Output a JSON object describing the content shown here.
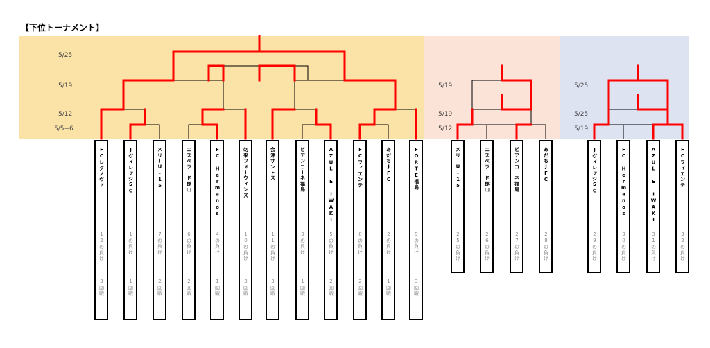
{
  "title": "【下位トーナメント】",
  "colors": {
    "left_panel": "#fbe2a6",
    "mid_panel": "#fbe3d7",
    "right_panel": "#dde3f1",
    "win_line": "#ff0000",
    "line": "#000000"
  },
  "left": {
    "dates": [
      "5/25",
      "5/19",
      "5/12",
      "5/5−6"
    ],
    "teams": [
      {
        "name": "FCレグノヴァ",
        "result": "12の負け",
        "round": "3回戦"
      },
      {
        "name": "JヴィレッジSC",
        "result": "1の負け",
        "round": "1回戦"
      },
      {
        "name": "メリーU-15",
        "result": "7の負け",
        "round": "2回戦"
      },
      {
        "name": "エスペラード郡山",
        "result": "6の負け",
        "round": "2回戦"
      },
      {
        "name": "FC Hermanos",
        "result": "4の負け",
        "round": "1回戦"
      },
      {
        "name": "勿来フォーウィンズ",
        "result": "10の負け",
        "round": "3回戦"
      },
      {
        "name": "会津サントス",
        "result": "11の負け",
        "round": "3回戦"
      },
      {
        "name": "ビアンコーネ福島",
        "result": "3の負け",
        "round": "1回戦"
      },
      {
        "name": "AZUL E IWAKI",
        "result": "5の負け",
        "round": "2回戦"
      },
      {
        "name": "FCフィエンテ",
        "result": "8の負け",
        "round": "2回戦"
      },
      {
        "name": "あだちJFC",
        "result": "2の負け",
        "round": "1回戦"
      },
      {
        "name": "FORTE福島",
        "result": "9の負け",
        "round": "3回戦"
      }
    ]
  },
  "middle": {
    "dates": [
      "5/19",
      "5/19",
      "5/12"
    ],
    "teams": [
      {
        "name": "メリーU-15",
        "result": "25の負け"
      },
      {
        "name": "エスペラード郡山",
        "result": "26の負け"
      },
      {
        "name": "ビアンコーネ福島",
        "result": "27の負け"
      },
      {
        "name": "あだちJFC",
        "result": "28の負け"
      }
    ]
  },
  "right": {
    "dates": [
      "5/25",
      "5/25",
      "5/19"
    ],
    "teams": [
      {
        "name": "JヴィレッジSC",
        "result": "29の負け"
      },
      {
        "name": "FC Hermanos",
        "result": "30の負け"
      },
      {
        "name": "AZUL E IWAKI",
        "result": "31の負け"
      },
      {
        "name": "FCフィエンテ",
        "result": "32の負け"
      }
    ]
  }
}
